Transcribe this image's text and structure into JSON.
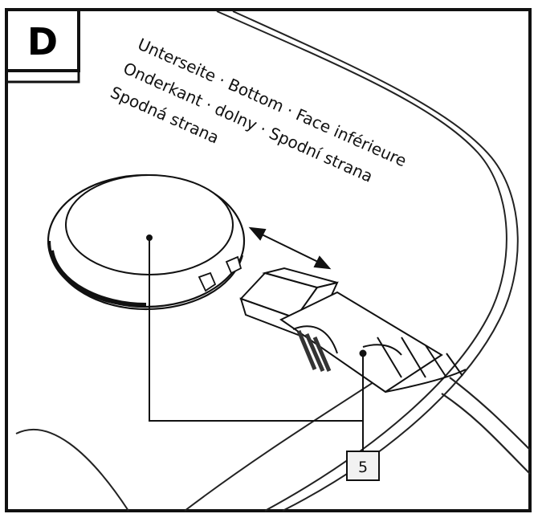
{
  "panel": {
    "letter": "D",
    "caption_lines": [
      "Unterseite · Bottom · Face inférieure",
      "Onderkant · dolny · Spodní strana",
      "Spodná strana"
    ],
    "callout_number": "5"
  }
}
